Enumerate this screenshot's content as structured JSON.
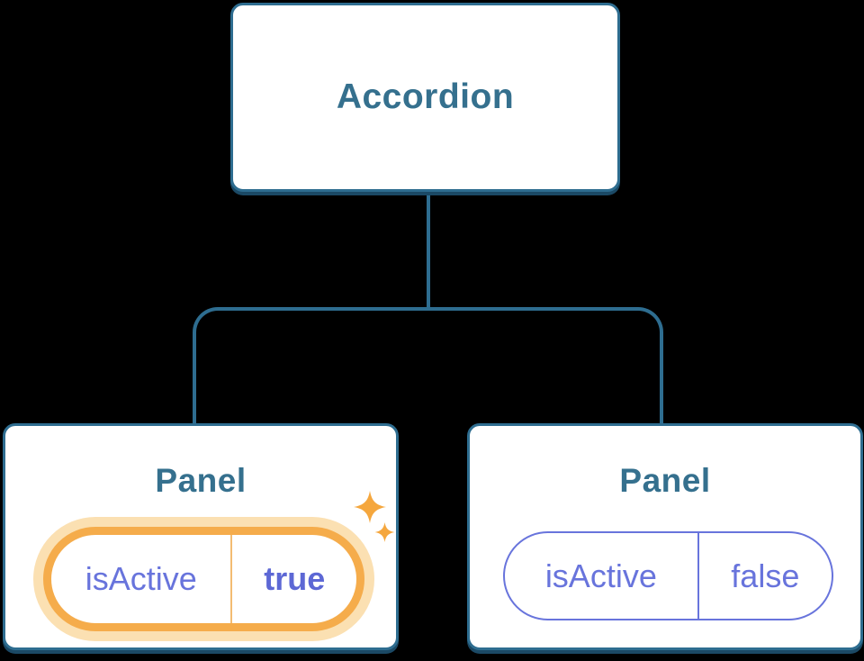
{
  "diagram": {
    "root_node": {
      "label": "Accordion"
    },
    "panels": [
      {
        "label": "Panel",
        "prop_name": "isActive",
        "prop_value": "true",
        "state": "active-highlighted"
      },
      {
        "label": "Panel",
        "prop_name": "isActive",
        "prop_value": "false",
        "state": "inactive"
      }
    ],
    "icons": [
      "sparkle-large-icon",
      "sparkle-small-icon"
    ],
    "colors": {
      "background": "#000000",
      "node_fill": "#ffffff",
      "node_border_blue": "#2e6d90",
      "node_shadow_blue": "#1b4965",
      "label_blue": "#35708e",
      "prop_purple": "#6874dc",
      "highlight_orange": "#f5ac4b",
      "highlight_glow": "#fbe0b2",
      "sparkle_orange": "#f5a73e"
    }
  }
}
